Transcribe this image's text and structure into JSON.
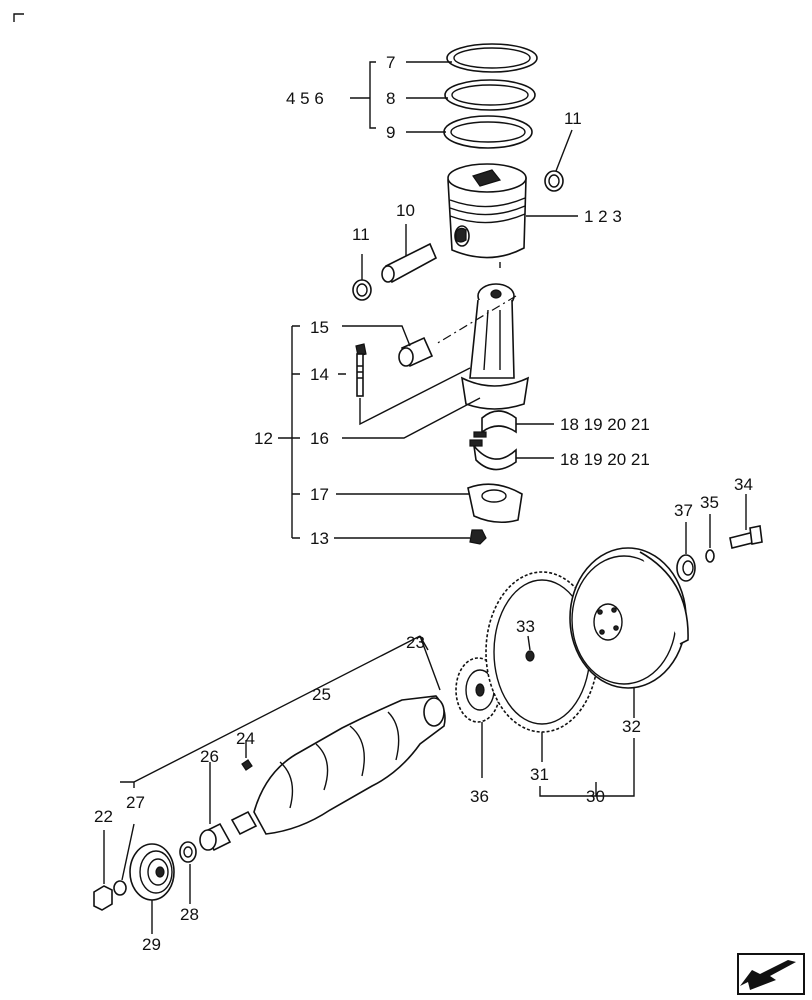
{
  "callouts": {
    "c7": "7",
    "c8": "8",
    "c9": "9",
    "c456": "4 5 6",
    "c11a": "11",
    "c11b": "11",
    "c10": "10",
    "c123": "1 2 3",
    "c15": "15",
    "c14": "14",
    "c12": "12",
    "c16": "16",
    "c1819a": "18 19 20 21",
    "c1819b": "18 19 20 21",
    "c17": "17",
    "c13": "13",
    "c37": "37",
    "c35": "35",
    "c34": "34",
    "c33": "33",
    "c23": "23",
    "c25": "25",
    "c24": "24",
    "c26": "26",
    "c27": "27",
    "c22": "22",
    "c28": "28",
    "c29": "29",
    "c36": "36",
    "c31": "31",
    "c32": "32",
    "c30": "30"
  },
  "icons": {
    "corner": "corner-mark-icon",
    "nav": "next-page-arrow-icon"
  }
}
